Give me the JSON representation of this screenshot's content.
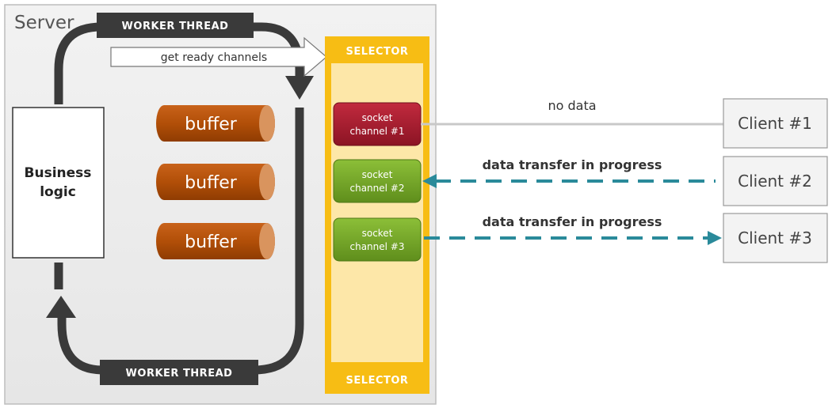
{
  "server": {
    "title": "Server"
  },
  "worker_thread": {
    "top_label": "WORKER THREAD",
    "bottom_label": "WORKER THREAD"
  },
  "get_ready_channels": "get ready channels",
  "business_logic": {
    "line1": "Business",
    "line2": "logic"
  },
  "buffers": [
    "buffer",
    "buffer",
    "buffer"
  ],
  "selector": {
    "top_label": "SELECTOR",
    "bottom_label": "SELECTOR"
  },
  "channels": [
    {
      "line1": "socket",
      "line2": "channel #1",
      "color": "#a3192c"
    },
    {
      "line1": "socket",
      "line2": "channel #2",
      "color": "#76a527"
    },
    {
      "line1": "socket",
      "line2": "channel #3",
      "color": "#76a527"
    }
  ],
  "connections": [
    {
      "label": "no data",
      "style": "solid"
    },
    {
      "label": "data transfer in progress",
      "style": "dashed",
      "direction": "to-server"
    },
    {
      "label": "data transfer in progress",
      "style": "dashed",
      "direction": "to-client"
    }
  ],
  "clients": [
    "Client #1",
    "Client #2",
    "Client #3"
  ],
  "colors": {
    "selector": "#f7bd14",
    "buffer": "#b8520a",
    "thread": "#3a3a3a",
    "dashed_link": "#2a8a9a",
    "server_bg": "#eeeeee"
  }
}
